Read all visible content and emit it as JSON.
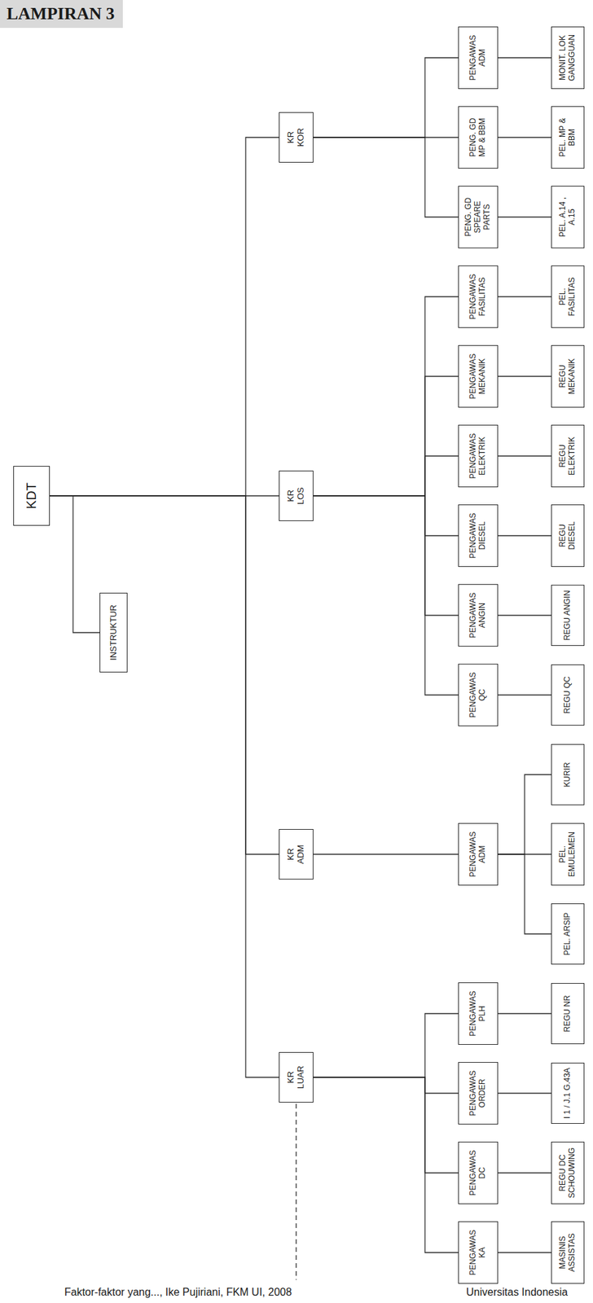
{
  "diagram": {
    "nodes": [
      {
        "text": [
          "KDT"
        ]
      },
      {
        "text": [
          "INSTRUKTUR"
        ]
      },
      {
        "text": [
          "KR LUAR"
        ]
      },
      {
        "text": [
          "KR ADM"
        ]
      },
      {
        "text": [
          "KR LOS"
        ]
      },
      {
        "text": [
          "KR KOR"
        ]
      },
      {
        "text": [
          "PENGAWAS KA"
        ]
      },
      {
        "text": [
          "PENGAWAS DC"
        ]
      },
      {
        "text": [
          "PENGAWAS ORDER"
        ]
      },
      {
        "text": [
          "PENGAWAS PLH"
        ]
      },
      {
        "text": [
          "PENGAWAS ADM"
        ]
      },
      {
        "text": [
          "PENGAWAS QC"
        ]
      },
      {
        "text": [
          "PENGAWAS ANGIN"
        ]
      },
      {
        "text": [
          "PENGAWAS DIESEL"
        ]
      },
      {
        "text": [
          "PENGAWAS ELEKTRIK"
        ]
      },
      {
        "text": [
          "PENGAWAS MEKANIK"
        ]
      },
      {
        "text": [
          "PENGAWAS FASILITAS"
        ]
      },
      {
        "text": [
          "PENG. GD SPEARE PARTS"
        ]
      },
      {
        "text": [
          "PENG. GD MP & BBM"
        ]
      },
      {
        "text": [
          "PENGAWAS ADM"
        ]
      },
      {
        "text": [
          "MASINIS ASSISTAS"
        ]
      },
      {
        "text": [
          "REGU DC SCHOUWING"
        ]
      },
      {
        "text": [
          "I 1 / J.1 G.43A"
        ]
      },
      {
        "text": [
          "REGU NR"
        ]
      },
      {
        "text": [
          "PEL. ARSIP"
        ]
      },
      {
        "text": [
          "PEL. EMULEMEN"
        ]
      },
      {
        "text": [
          "KURIR"
        ]
      },
      {
        "text": [
          "REGU QC"
        ]
      },
      {
        "text": [
          "REGU ANGIN"
        ]
      },
      {
        "text": [
          "REGU DIESEL"
        ]
      },
      {
        "text": [
          "REGU ELEKTRIK"
        ]
      },
      {
        "text": [
          "REGU MEKANIK"
        ]
      },
      {
        "text": [
          "PEL. FASILITAS"
        ]
      },
      {
        "text": [
          "PEL. A.14 , A.15"
        ]
      },
      {
        "text": [
          "PEL. MP & BBM"
        ]
      },
      {
        "text": [
          "MONIT. LOK GANGGUAN"
        ]
      }
    ],
    "edges": [
      {
        "from": 0,
        "to": 1,
        "arrow": "none"
      },
      {
        "from": 0,
        "to": 2,
        "arrow": "none"
      },
      {
        "from": 0,
        "to": 3,
        "arrow": "none"
      },
      {
        "from": 0,
        "to": 4,
        "arrow": "none"
      },
      {
        "from": 0,
        "to": 5,
        "arrow": "none"
      },
      {
        "from": 2,
        "to": 6,
        "arrow": "none"
      },
      {
        "from": 2,
        "to": 7,
        "arrow": "none"
      },
      {
        "from": 2,
        "to": 8,
        "arrow": "none"
      },
      {
        "from": 2,
        "to": 9,
        "arrow": "none"
      },
      {
        "from": 3,
        "to": 10,
        "arrow": "none"
      },
      {
        "from": 4,
        "to": 11,
        "arrow": "none"
      },
      {
        "from": 4,
        "to": 12,
        "arrow": "none"
      },
      {
        "from": 4,
        "to": 13,
        "arrow": "none"
      },
      {
        "from": 4,
        "to": 14,
        "arrow": "none"
      },
      {
        "from": 4,
        "to": 15,
        "arrow": "none"
      },
      {
        "from": 4,
        "to": 16,
        "arrow": "none"
      },
      {
        "from": 5,
        "to": 17,
        "arrow": "none"
      },
      {
        "from": 5,
        "to": 18,
        "arrow": "none"
      },
      {
        "from": 5,
        "to": 19,
        "arrow": "none"
      },
      {
        "from": 6,
        "to": 20,
        "arrow": "none"
      },
      {
        "from": 7,
        "to": 21,
        "arrow": "none"
      },
      {
        "from": 8,
        "to": 22,
        "arrow": "none"
      },
      {
        "from": 9,
        "to": 23,
        "arrow": "none"
      },
      {
        "from": 10,
        "to": 24,
        "arrow": "none"
      },
      {
        "from": 10,
        "to": 25,
        "arrow": "none"
      },
      {
        "from": 10,
        "to": 26,
        "arrow": "none"
      },
      {
        "from": 11,
        "to": 27,
        "arrow": "none"
      },
      {
        "from": 12,
        "to": 28,
        "arrow": "none"
      },
      {
        "from": 13,
        "to": 29,
        "arrow": "none"
      },
      {
        "from": 14,
        "to": 30,
        "arrow": "none"
      },
      {
        "from": 15,
        "to": 31,
        "arrow": "none"
      },
      {
        "from": 16,
        "to": 32,
        "arrow": "none"
      },
      {
        "from": 17,
        "to": 33,
        "arrow": "none"
      },
      {
        "from": 18,
        "to": 34,
        "arrow": "none"
      },
      {
        "from": 19,
        "to": 35,
        "arrow": "none"
      }
    ],
    "labels": [
      "LAMPIRAN 3",
      "Faktor-faktor yang..., Ike Pujiriani, FKM UI, 2008",
      "Universitas Indonesia"
    ]
  }
}
